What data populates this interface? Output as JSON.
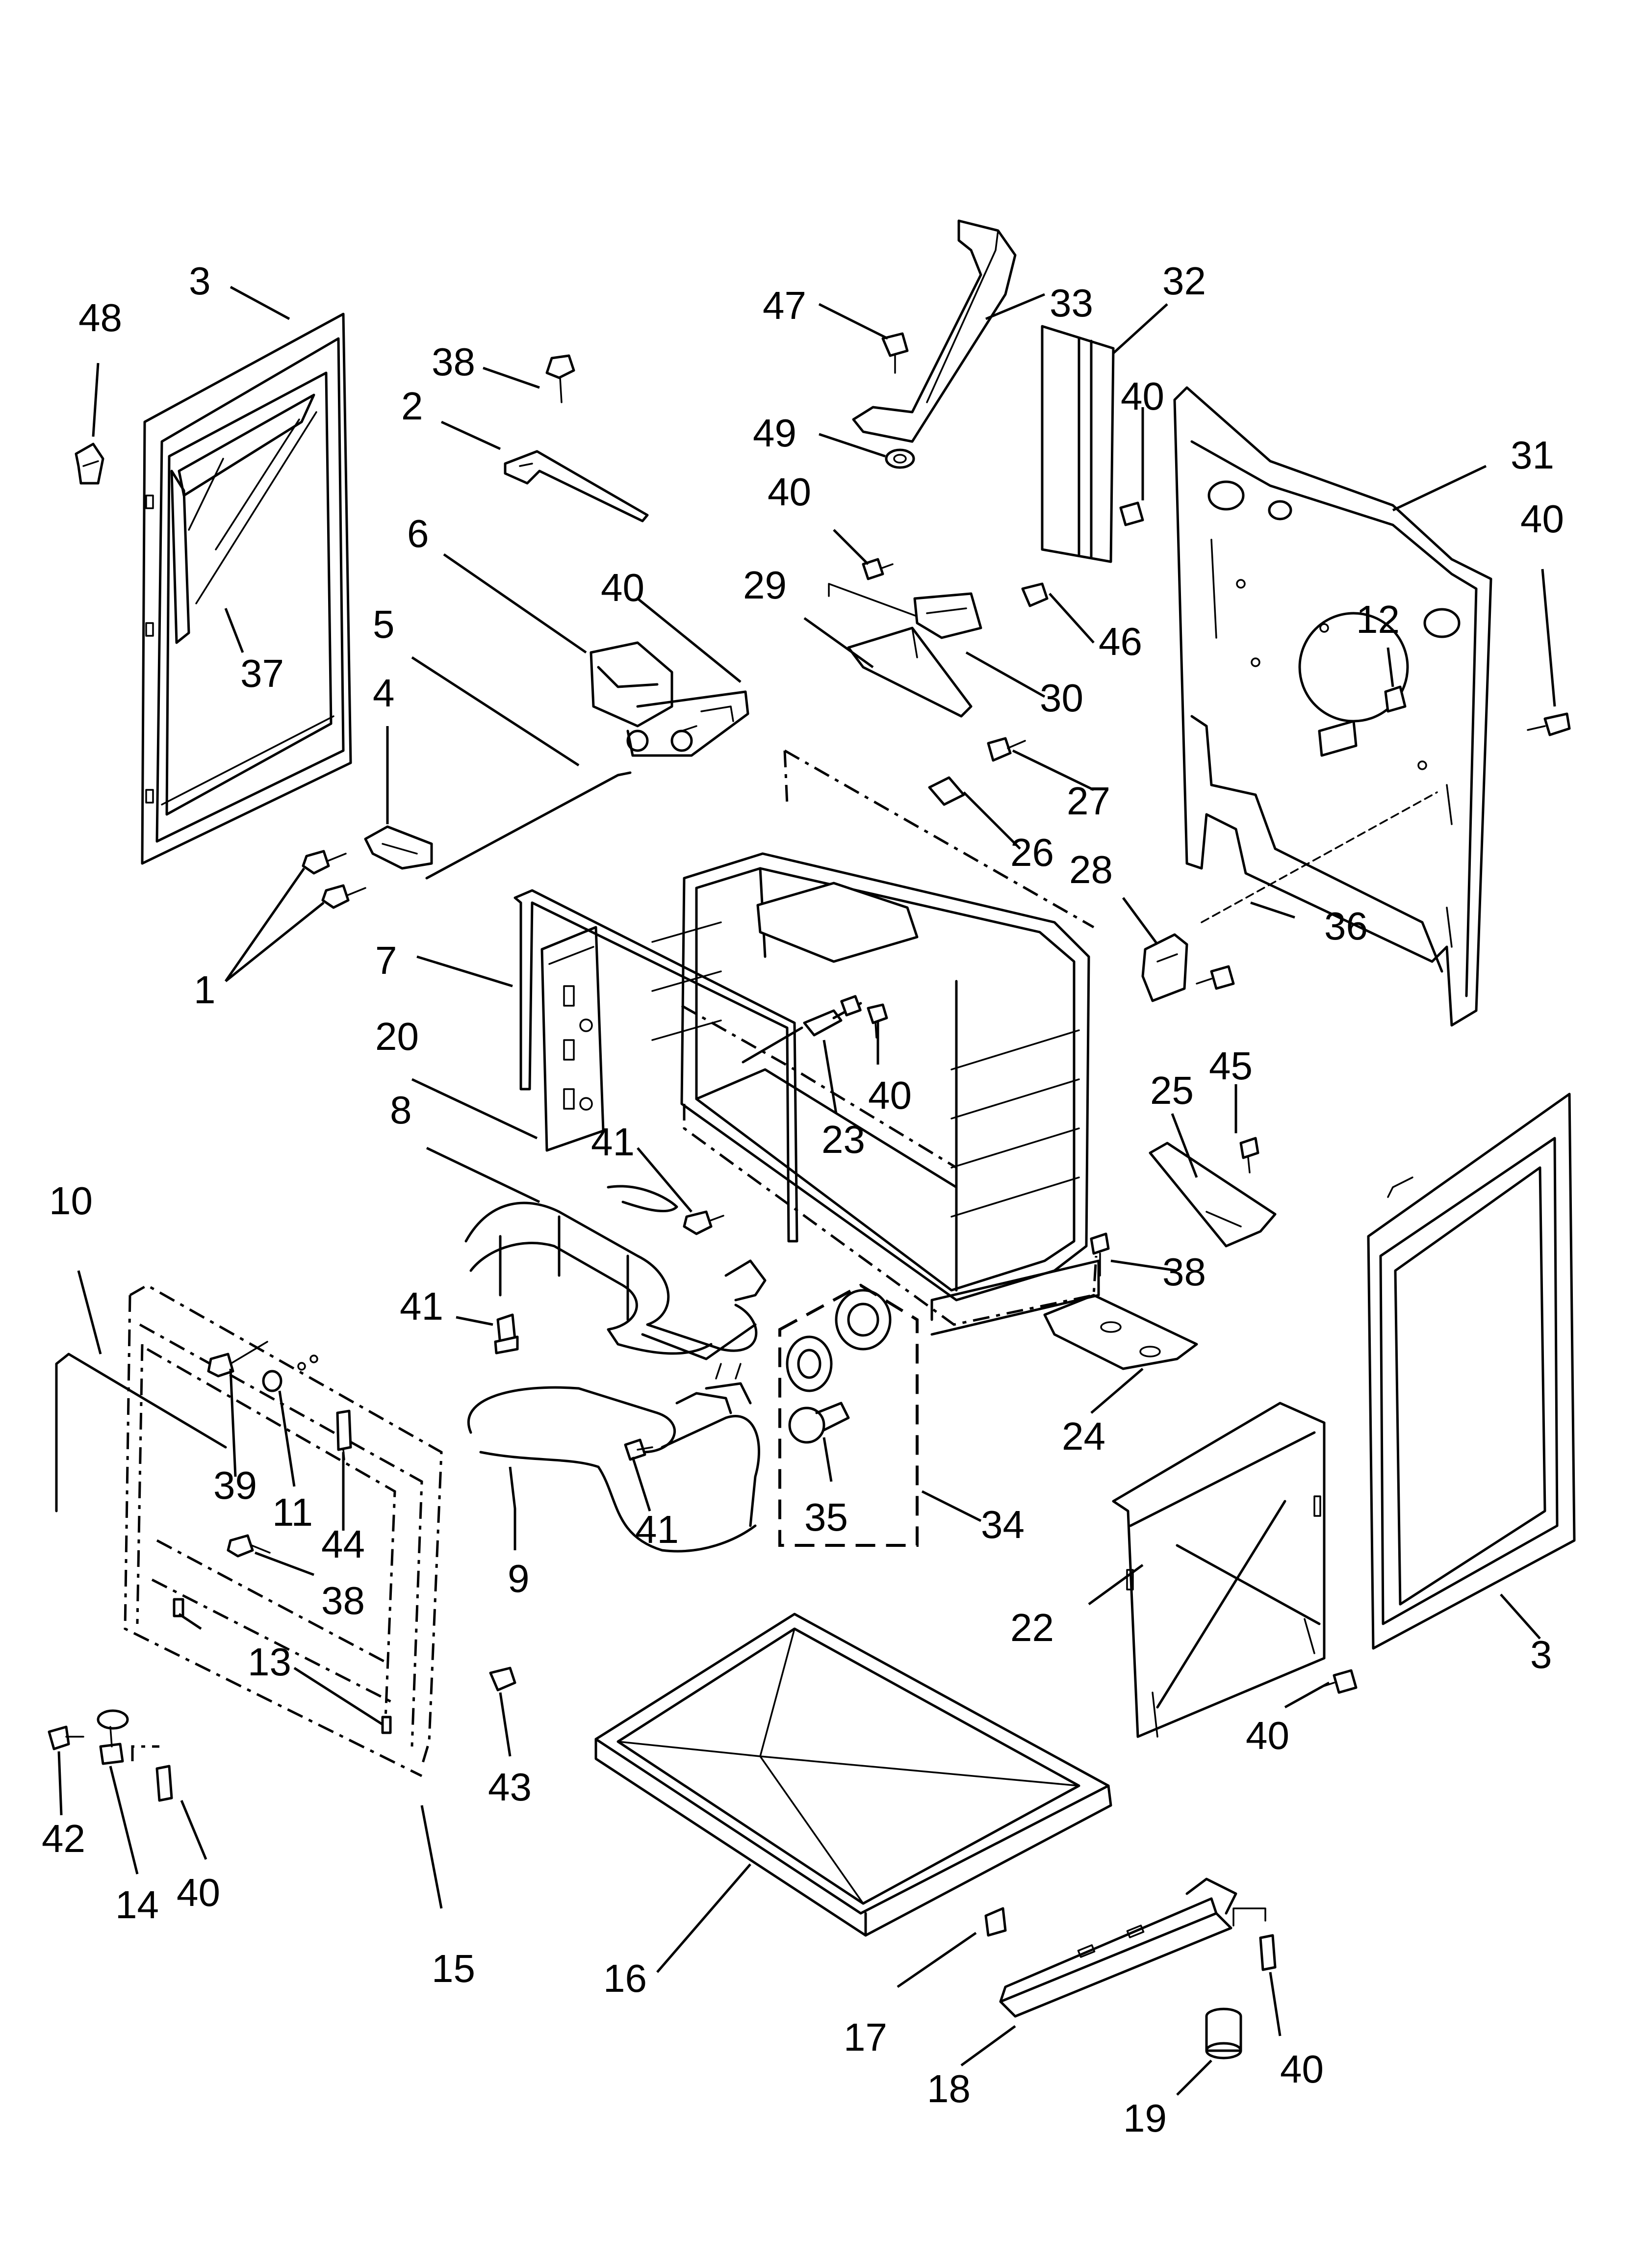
{
  "diagram": {
    "callouts": [
      {
        "id": "c48a",
        "label": "48"
      },
      {
        "id": "c3a",
        "label": "3"
      },
      {
        "id": "c37",
        "label": "37"
      },
      {
        "id": "c38a",
        "label": "38"
      },
      {
        "id": "c2",
        "label": "2"
      },
      {
        "id": "c6",
        "label": "6"
      },
      {
        "id": "c5",
        "label": "5"
      },
      {
        "id": "c4",
        "label": "4"
      },
      {
        "id": "c40a",
        "label": "40"
      },
      {
        "id": "c1",
        "label": "1"
      },
      {
        "id": "c7",
        "label": "7"
      },
      {
        "id": "c20",
        "label": "20"
      },
      {
        "id": "c8",
        "label": "8"
      },
      {
        "id": "c41a",
        "label": "41"
      },
      {
        "id": "c41b",
        "label": "41"
      },
      {
        "id": "c10",
        "label": "10"
      },
      {
        "id": "c39",
        "label": "39"
      },
      {
        "id": "c11",
        "label": "11"
      },
      {
        "id": "c44",
        "label": "44"
      },
      {
        "id": "c38b",
        "label": "38"
      },
      {
        "id": "c13",
        "label": "13"
      },
      {
        "id": "c9",
        "label": "9"
      },
      {
        "id": "c41c",
        "label": "41"
      },
      {
        "id": "c43",
        "label": "43"
      },
      {
        "id": "c42",
        "label": "42"
      },
      {
        "id": "c14",
        "label": "14"
      },
      {
        "id": "c40b",
        "label": "40"
      },
      {
        "id": "c15",
        "label": "15"
      },
      {
        "id": "c16",
        "label": "16"
      },
      {
        "id": "c17",
        "label": "17"
      },
      {
        "id": "c18",
        "label": "18"
      },
      {
        "id": "c19",
        "label": "19"
      },
      {
        "id": "c40c",
        "label": "40"
      },
      {
        "id": "c47",
        "label": "47"
      },
      {
        "id": "c33",
        "label": "33"
      },
      {
        "id": "c49",
        "label": "49"
      },
      {
        "id": "c40d",
        "label": "40"
      },
      {
        "id": "c29",
        "label": "29"
      },
      {
        "id": "c30",
        "label": "30"
      },
      {
        "id": "c46",
        "label": "46"
      },
      {
        "id": "c27",
        "label": "27"
      },
      {
        "id": "c26",
        "label": "26"
      },
      {
        "id": "c23",
        "label": "23"
      },
      {
        "id": "c40e",
        "label": "40"
      },
      {
        "id": "c35",
        "label": "35"
      },
      {
        "id": "c34",
        "label": "34"
      },
      {
        "id": "c32",
        "label": "32"
      },
      {
        "id": "c40f",
        "label": "40"
      },
      {
        "id": "c31",
        "label": "31"
      },
      {
        "id": "c40g",
        "label": "40"
      },
      {
        "id": "c12",
        "label": "12"
      },
      {
        "id": "c28",
        "label": "28"
      },
      {
        "id": "c36",
        "label": "36"
      },
      {
        "id": "c45",
        "label": "45"
      },
      {
        "id": "c25",
        "label": "25"
      },
      {
        "id": "c38c",
        "label": "38"
      },
      {
        "id": "c24",
        "label": "24"
      },
      {
        "id": "c22",
        "label": "22"
      },
      {
        "id": "c40h",
        "label": "40"
      },
      {
        "id": "c3b",
        "label": "3"
      }
    ]
  }
}
